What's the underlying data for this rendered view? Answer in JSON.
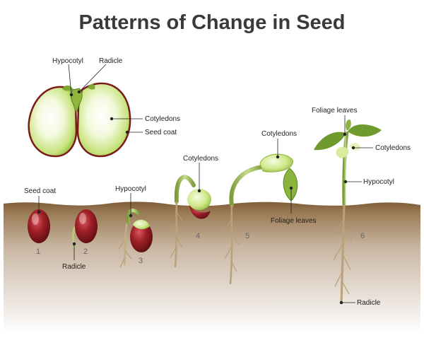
{
  "title": "Patterns of Change in Seed",
  "colors": {
    "soil_top": "#8a6a45",
    "soil_bottom": "#f7f4f1",
    "seed_coat": "#8c1a1a",
    "cotyledon": "#cfe88a",
    "stem": "#9cb85a",
    "leaf": "#6e9a2e",
    "root": "#a88a5c",
    "label": "#222222"
  },
  "labels": {
    "top_hypocotyl": "Hypocotyl",
    "top_radicle": "Radicle",
    "top_cotyledons": "Cotyledons",
    "top_seed_coat": "Seed coat",
    "s1_seed_coat": "Seed coat",
    "s2_radicle": "Radicle",
    "s3_hypocotyl": "Hypocotyl",
    "s4_cotyledons": "Cotyledons",
    "s5_cotyledons": "Cotyledons",
    "s5_foliage": "Foliage leaves",
    "s6_foliage": "Foliage leaves",
    "s6_cotyledons": "Cotyledons",
    "s6_hypocotyl": "Hypocotyl",
    "s6_radicle": "Radicle"
  },
  "stages": [
    "1",
    "2",
    "3",
    "4",
    "5",
    "6"
  ]
}
